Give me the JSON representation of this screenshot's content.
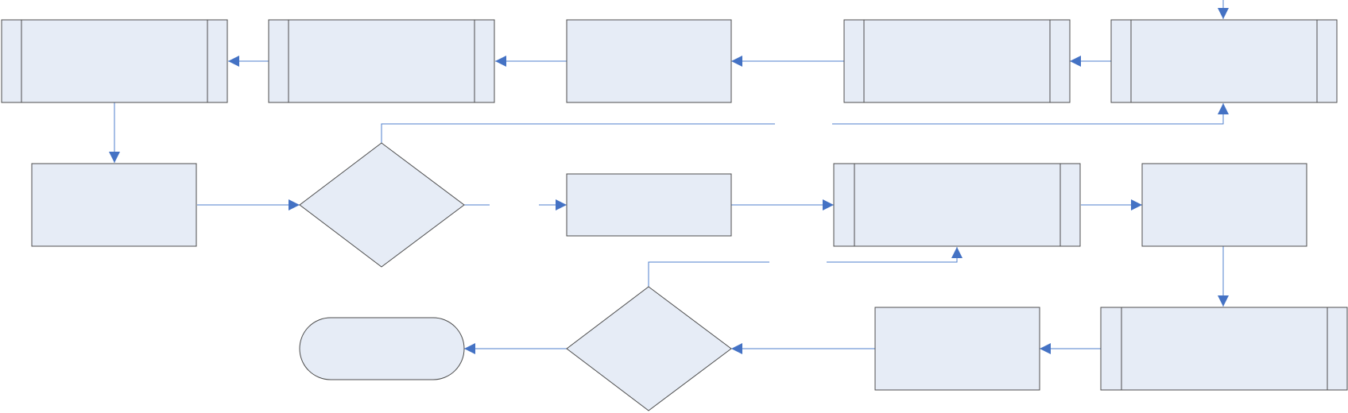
{
  "diagram": {
    "type": "flowchart",
    "colors": {
      "shape_fill": "#e6ecf6",
      "shape_stroke": "#4d4d4d",
      "connector": "#4f7fcc",
      "arrowhead": "#4472c4"
    },
    "nodes": [
      {
        "id": "p1",
        "kind": "predefined-process",
        "label": ""
      },
      {
        "id": "p2",
        "kind": "predefined-process",
        "label": ""
      },
      {
        "id": "p3",
        "kind": "process",
        "label": ""
      },
      {
        "id": "p4",
        "kind": "predefined-process",
        "label": ""
      },
      {
        "id": "p5",
        "kind": "predefined-process",
        "label": ""
      },
      {
        "id": "p6",
        "kind": "process",
        "label": ""
      },
      {
        "id": "d1",
        "kind": "decision",
        "label": ""
      },
      {
        "id": "p7",
        "kind": "process",
        "label": ""
      },
      {
        "id": "p8",
        "kind": "predefined-process",
        "label": ""
      },
      {
        "id": "p9",
        "kind": "process",
        "label": ""
      },
      {
        "id": "p10",
        "kind": "predefined-process",
        "label": ""
      },
      {
        "id": "p11",
        "kind": "process",
        "label": ""
      },
      {
        "id": "d2",
        "kind": "decision",
        "label": ""
      },
      {
        "id": "t1",
        "kind": "terminator",
        "label": ""
      }
    ],
    "edges": [
      {
        "from": "entry",
        "to": "p5"
      },
      {
        "from": "p5",
        "to": "p4"
      },
      {
        "from": "p4",
        "to": "p3"
      },
      {
        "from": "p3",
        "to": "p2"
      },
      {
        "from": "p2",
        "to": "p1"
      },
      {
        "from": "p1",
        "to": "p6"
      },
      {
        "from": "p6",
        "to": "d1"
      },
      {
        "from": "d1",
        "to": "p7"
      },
      {
        "from": "d1",
        "to": "p5"
      },
      {
        "from": "p7",
        "to": "p8"
      },
      {
        "from": "p8",
        "to": "p9"
      },
      {
        "from": "p9",
        "to": "p10"
      },
      {
        "from": "p10",
        "to": "p11"
      },
      {
        "from": "p11",
        "to": "d2"
      },
      {
        "from": "d2",
        "to": "t1"
      },
      {
        "from": "d2",
        "to": "p8"
      }
    ]
  }
}
